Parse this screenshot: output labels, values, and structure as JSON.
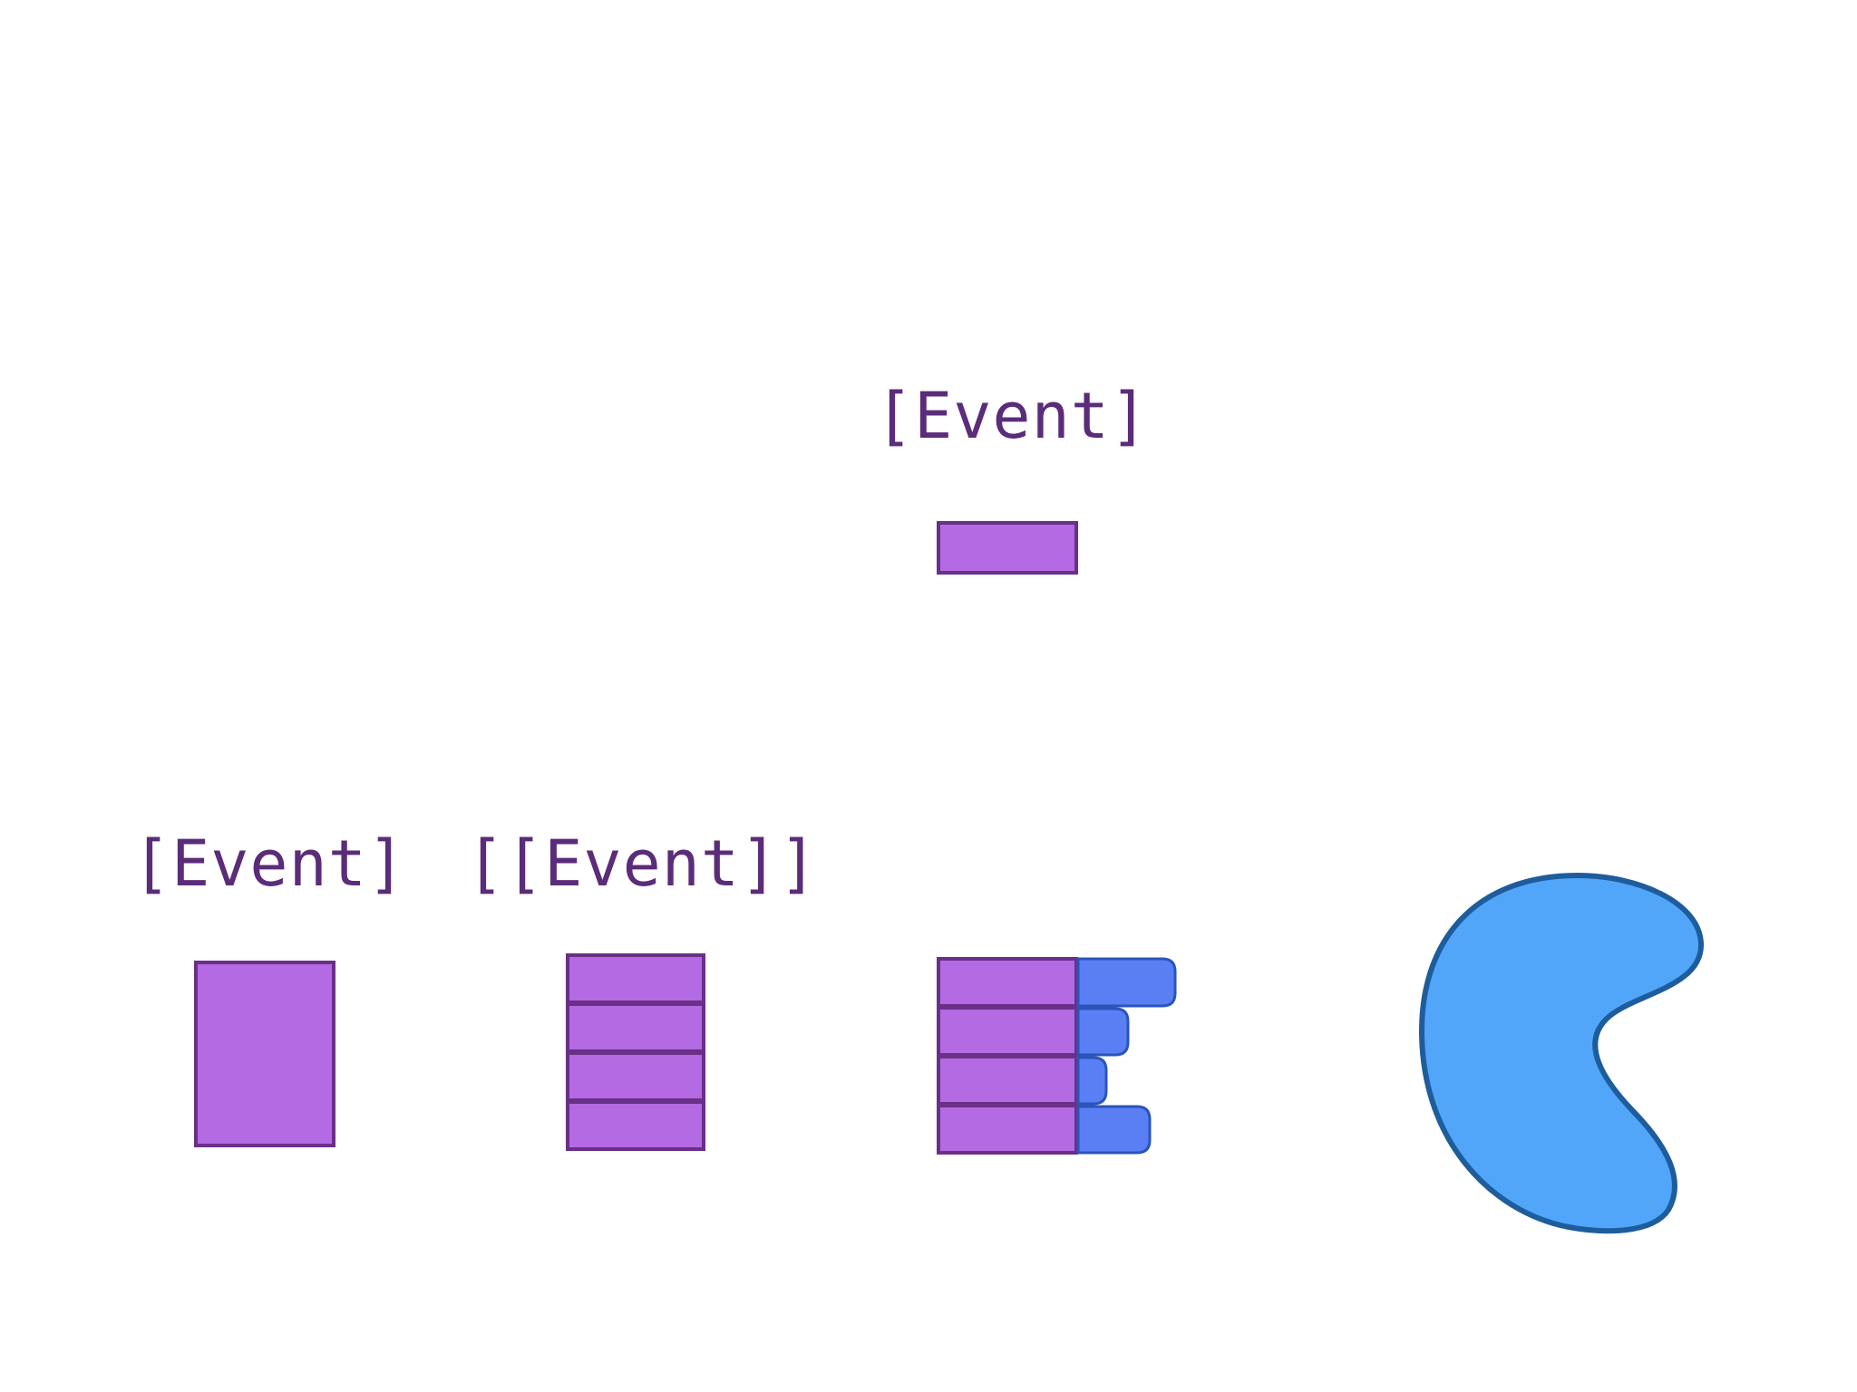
{
  "labels": {
    "top": "[Event]",
    "left": "[Event]",
    "middle": "[[Event]]"
  },
  "colors": {
    "text": "#5b2c7a",
    "purple_fill": "#b36ae2",
    "purple_stroke": "#6a2f87",
    "blue_fill": "#5a7ff5",
    "blue_stroke": "#2a55b8",
    "blob_fill": "#52a6fa",
    "blob_stroke": "#1e5d9c"
  },
  "icons": {
    "single_bar": "purple-bar",
    "single_block": "purple-block",
    "stacked_bars": "purple-stack",
    "bars_with_tabs": "purple-stack-with-blue-tabs",
    "blob": "blue-kidney-blob"
  }
}
